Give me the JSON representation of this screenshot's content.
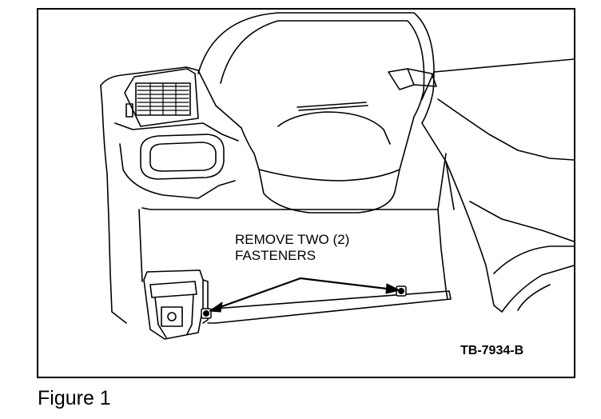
{
  "figure": {
    "callout": {
      "line1": "REMOVE TWO (2)",
      "line2": "FASTENERS"
    },
    "reference_code": "TB-7934-B",
    "caption": "Figure 1"
  }
}
